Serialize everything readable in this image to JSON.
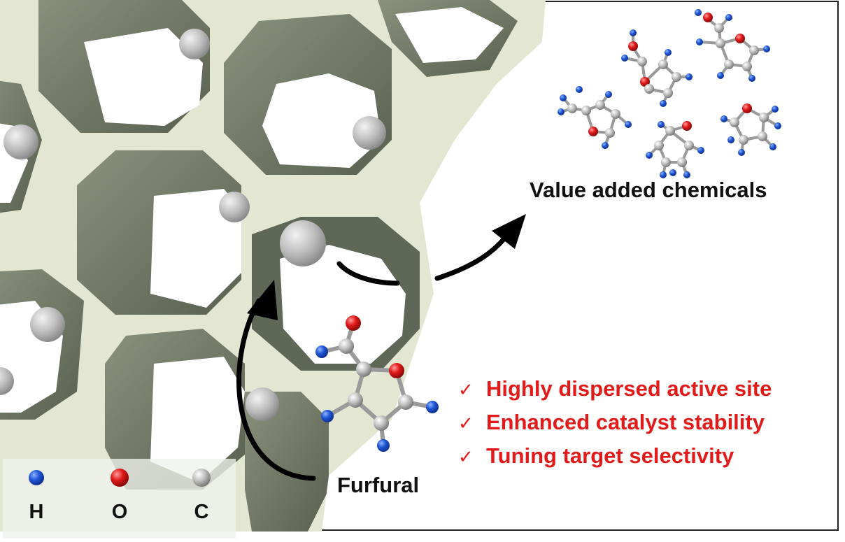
{
  "reactant": {
    "label": "Furfural"
  },
  "products": {
    "title": "Value added chemicals"
  },
  "benefits": {
    "check_glyph": "✓",
    "items": [
      {
        "text": "Highly dispersed active site"
      },
      {
        "text": "Enhanced catalyst stability"
      },
      {
        "text": "Tuning target selectivity"
      }
    ]
  },
  "legend": {
    "items": [
      {
        "symbol": "H"
      },
      {
        "symbol": "O"
      },
      {
        "symbol": "C"
      }
    ]
  },
  "colors": {
    "framework": "#e3e7d2",
    "pore_wall": "#7c8472",
    "pore_wall_dark": "#5f6757",
    "hydrogen": "#1f56d6",
    "oxygen": "#e01818",
    "carbon": "#b3b3b3",
    "benefit_text": "#e31a1a",
    "arrow": "#000000"
  }
}
